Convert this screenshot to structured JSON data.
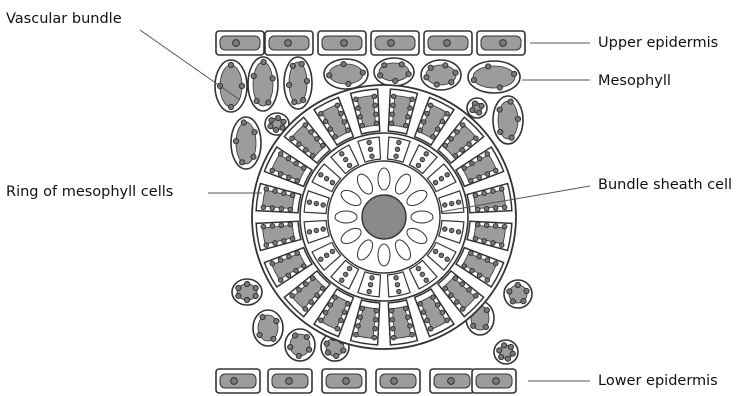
{
  "labels": {
    "vascular_bundle": "Vascular bundle",
    "ring_of_mesophyll_cells": "Ring of mesophyll cells",
    "upper_epidermis": "Upper epidermis",
    "mesophyll": "Mesophyll",
    "bundle_sheath_cell": "Bundle sheath cell",
    "lower_epidermis": "Lower epidermis"
  },
  "colors": {
    "cell_wall": "#333333",
    "cell_fill": "#9c9c9c",
    "chloroplast": "#7a7a7a",
    "vascular_core": "#8a8a8a",
    "background": "#ffffff"
  }
}
